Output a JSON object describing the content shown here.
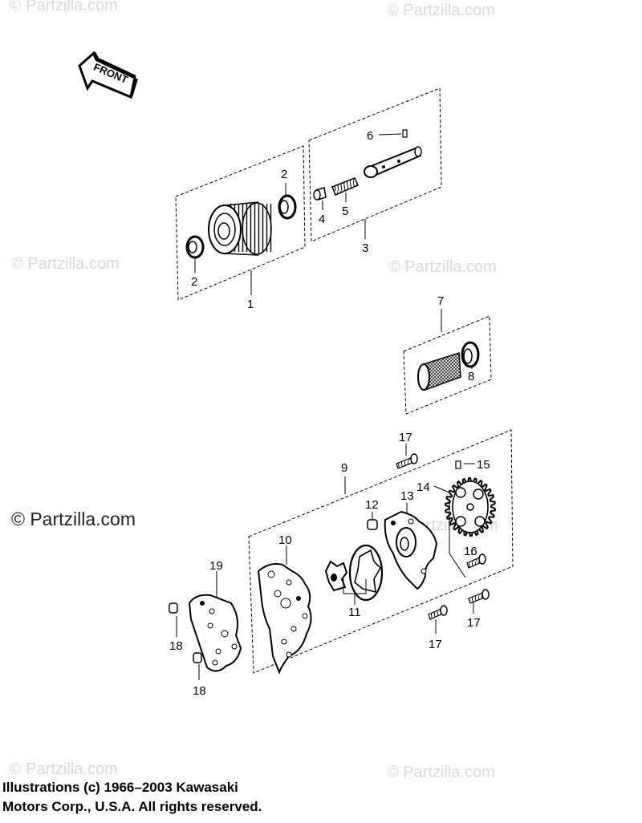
{
  "watermarks": {
    "top_left": "© Partzilla.com",
    "top_right": "© Partzilla.com",
    "mid_left": "© Partzilla.com",
    "mid_right": "© Partzilla.com",
    "center_left_large": "© Partzilla.com",
    "center_right": "© Partzilla.com",
    "bottom_left": "© Partzilla.com",
    "bottom_right": "© Partzilla.com"
  },
  "front_arrow": {
    "label": "FRONT"
  },
  "callouts": {
    "c1": "1",
    "c2a": "2",
    "c2b": "2",
    "c3": "3",
    "c4": "4",
    "c5": "5",
    "c6": "6",
    "c7": "7",
    "c8": "8",
    "c9": "9",
    "c10": "10",
    "c11": "11",
    "c12": "12",
    "c13": "13",
    "c14": "14",
    "c15": "15",
    "c16": "16",
    "c17a": "17",
    "c17b": "17",
    "c17c": "17",
    "c18a": "18",
    "c18b": "18",
    "c19": "19"
  },
  "copyright": {
    "line1": "Illustrations (c) 1966–2003 Kawasaki",
    "line2": "Motors Corp., U.S.A.  All rights reserved."
  }
}
